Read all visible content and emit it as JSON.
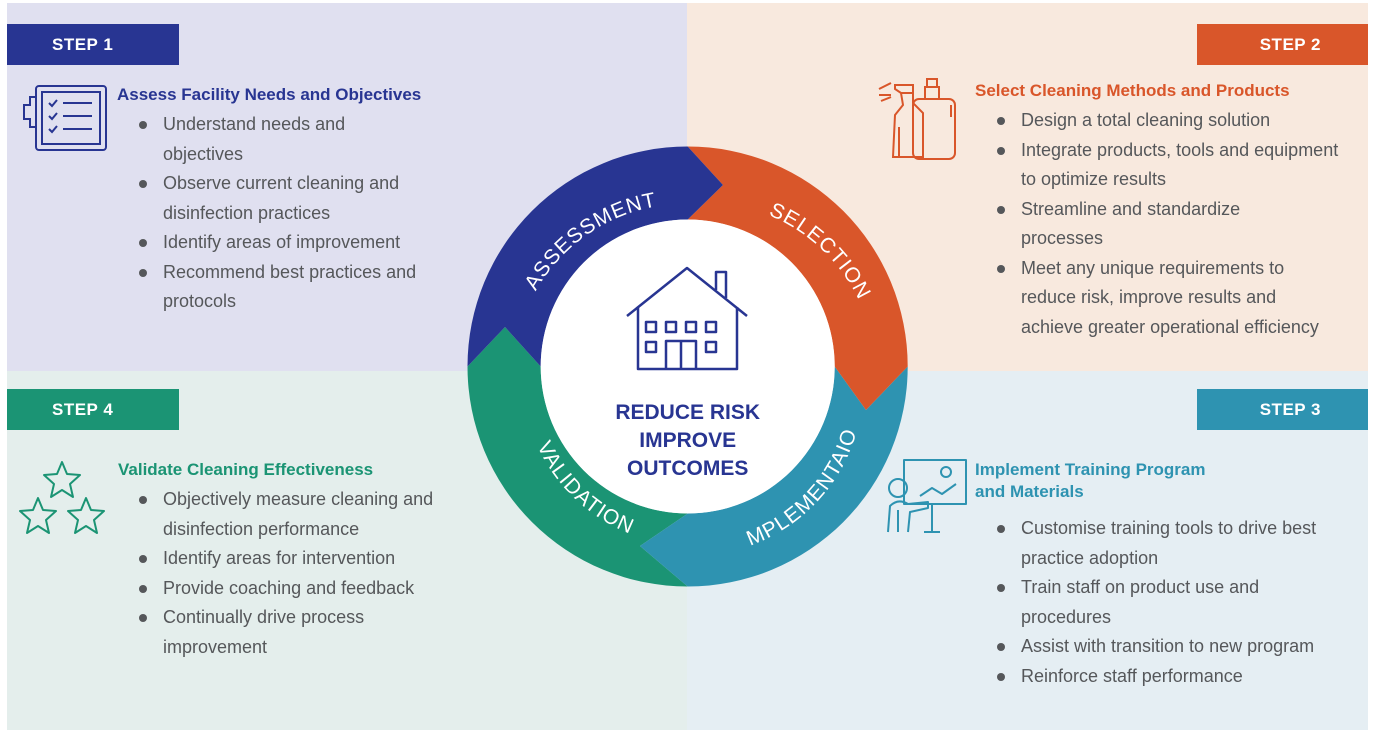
{
  "colors": {
    "assessment": "#283592",
    "selection": "#d9562a",
    "implementation": "#2e93b1",
    "validation": "#1b9474",
    "text": "#55575a"
  },
  "steps": [
    {
      "badge": "STEP 1",
      "title": "Assess Facility Needs and Objectives",
      "icon": "clipboard-checklist-icon",
      "bullets": [
        "Understand needs and objectives",
        "Observe current cleaning and disinfection practices",
        "Identify areas of improvement",
        "Recommend best practices and protocols"
      ]
    },
    {
      "badge": "STEP 2",
      "title": "Select Cleaning Methods and Products",
      "icon": "spray-bottle-icon",
      "bullets": [
        "Design a total cleaning solution",
        "Integrate products, tools and equipment to optimize results",
        "Streamline and standardize processes",
        "Meet any unique requirements to reduce risk, improve results and achieve greater operational efficiency"
      ]
    },
    {
      "badge": "STEP 3",
      "title_line1": "Implement Training Program",
      "title_line2": "and Materials",
      "icon": "trainer-whiteboard-icon",
      "bullets": [
        "Customise training tools to drive best practice adoption",
        "Train staff on product use and procedures",
        "Assist with transition to new program",
        "Reinforce staff performance"
      ]
    },
    {
      "badge": "STEP 4",
      "title": "Validate Cleaning Effectiveness",
      "icon": "three-stars-icon",
      "bullets": [
        "Objectively measure cleaning and disinfection performance",
        "Identify areas for intervention",
        "Provide coaching and feedback",
        "Continually drive process improvement"
      ]
    }
  ],
  "cycle": {
    "segments": [
      "ASSESSMENT",
      "SELECTION",
      "IMPLEMENTAION",
      "VALIDATION"
    ],
    "center_icon": "house-icon",
    "center_lines": [
      "REDUCE RISK",
      "IMPROVE",
      "OUTCOMES"
    ]
  }
}
